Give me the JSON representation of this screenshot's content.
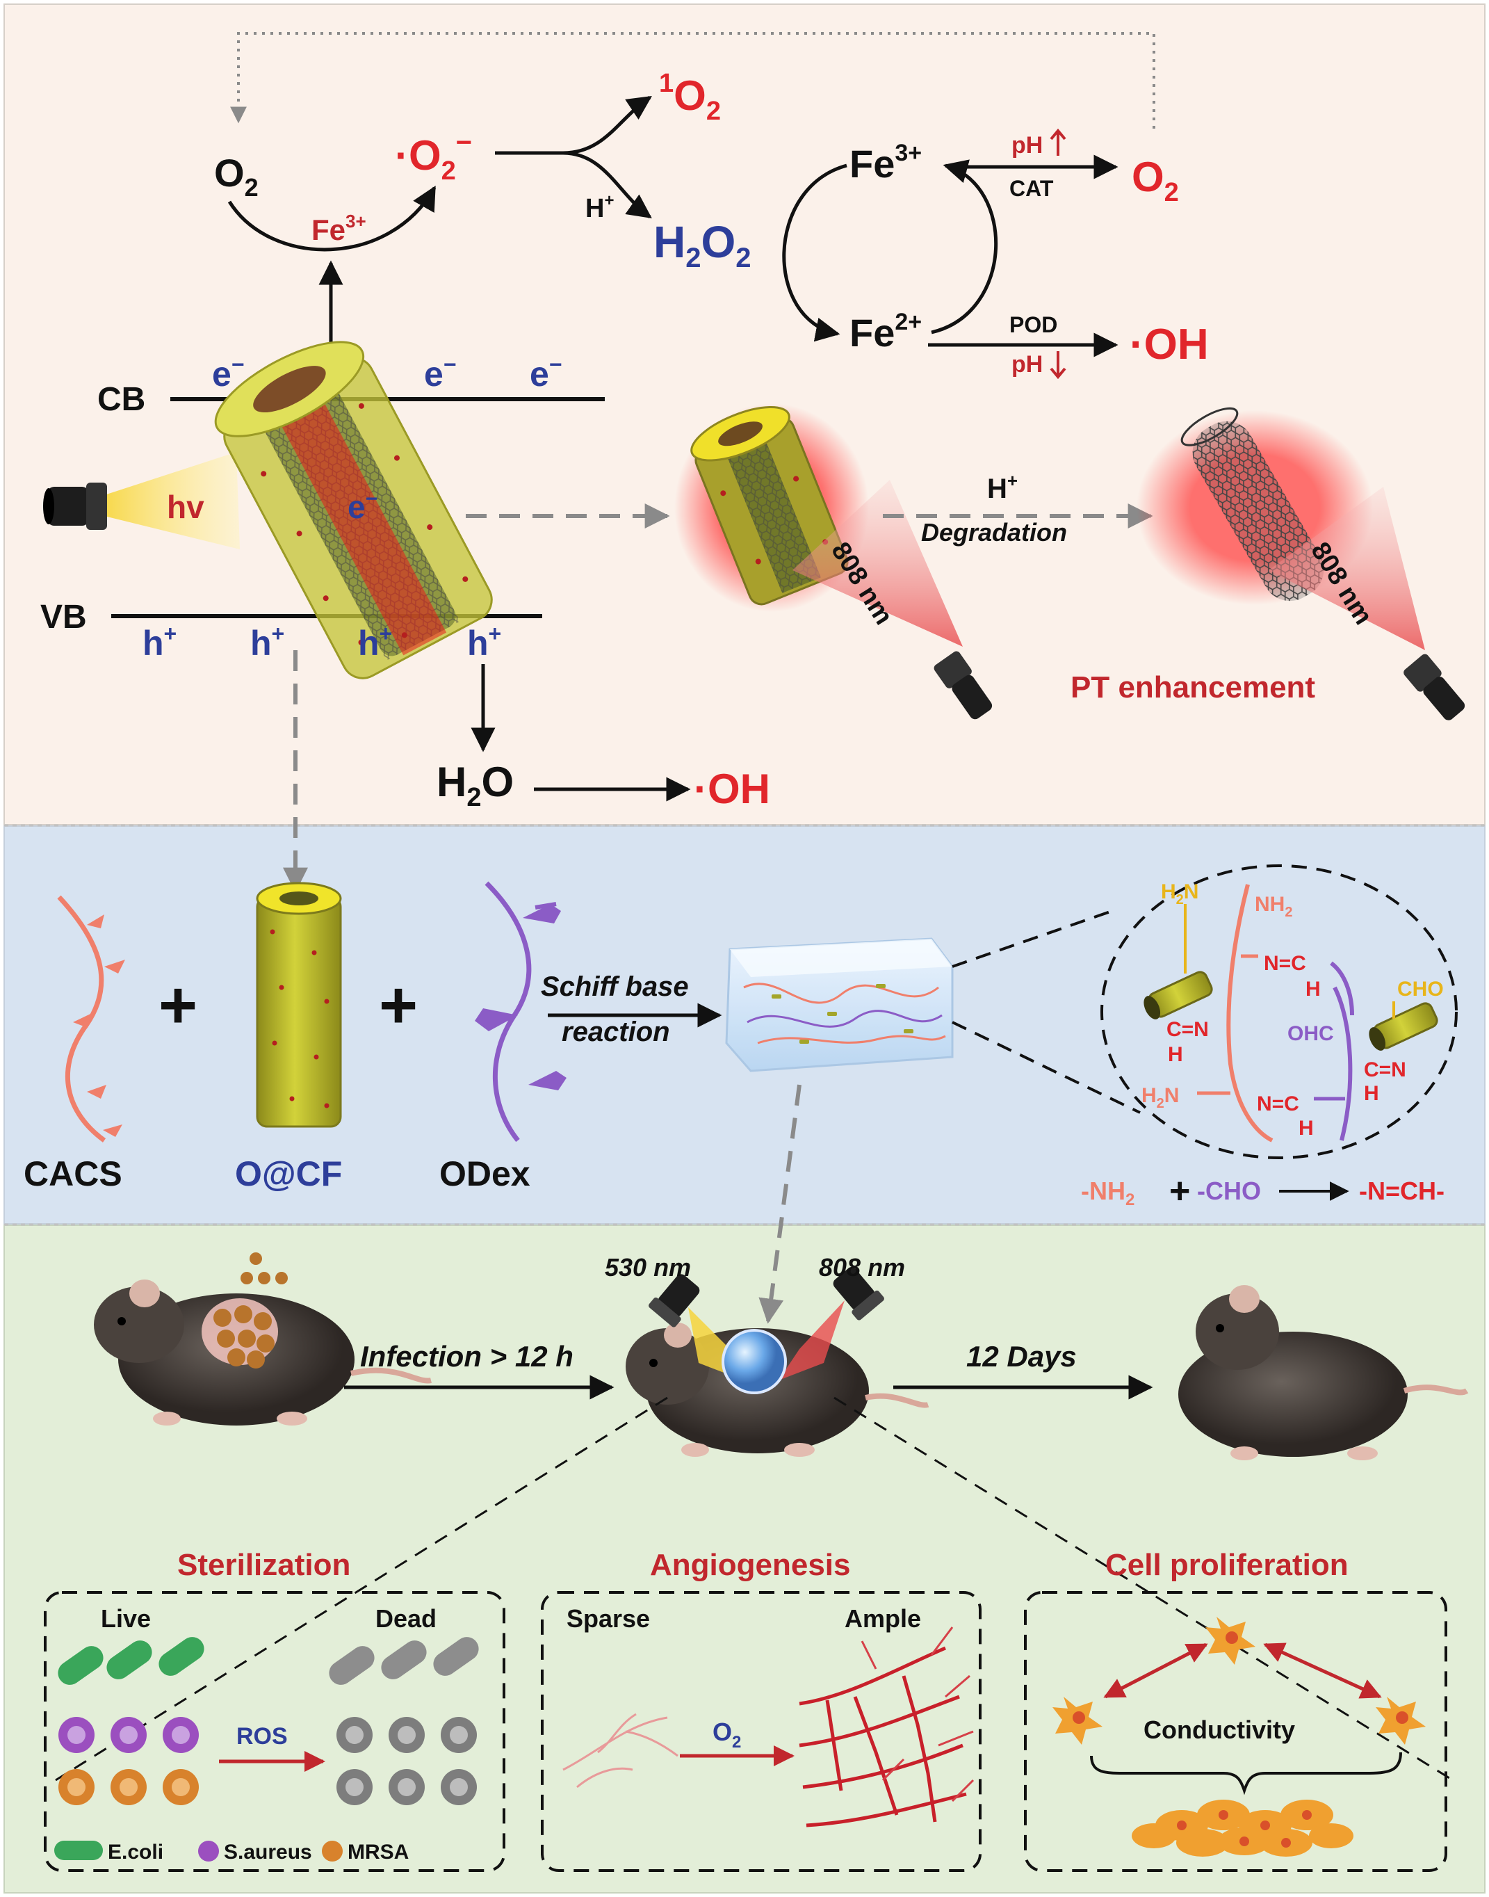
{
  "colors": {
    "panel_top": "#fbf1ea",
    "panel_mid": "#d7e3f1",
    "panel_bottom": "#e3eed8",
    "red": "#e1262b",
    "dark_red": "#c1272d",
    "blue": "#2d3e9a",
    "purple": "#8b5cc6",
    "salmon": "#f07f6b",
    "gold": "#e8b51b",
    "olive": "#b4b42a"
  },
  "top": {
    "o2_left": {
      "base": "O",
      "sub": "2"
    },
    "superoxide": {
      "dot": "·",
      "base": "O",
      "sub": "2",
      "sup": "−"
    },
    "fe3_catalyst": {
      "base": "Fe",
      "sup": "3+"
    },
    "singlet_o2": {
      "sup": "1",
      "base": "O",
      "sub": "2"
    },
    "h_plus": {
      "base": "H",
      "sup": "+"
    },
    "h2o2": {
      "b1": "H",
      "s1": "2",
      "b2": "O",
      "s2": "2"
    },
    "fe3": {
      "base": "Fe",
      "sup": "3+"
    },
    "fe2": {
      "base": "Fe",
      "sup": "2+"
    },
    "ph_up": "pH",
    "ph_down": "pH",
    "cat": "CAT",
    "pod": "POD",
    "o2_right": {
      "base": "O",
      "sub": "2"
    },
    "oh_right": "·OH",
    "cb": "CB",
    "vb": "VB",
    "electron": {
      "base": "e",
      "sup": "−"
    },
    "hole": {
      "base": "h",
      "sup": "+"
    },
    "hv": "hv",
    "degradation_h": {
      "base": "H",
      "sup": "+"
    },
    "degradation": "Degradation",
    "nm808": "808 nm",
    "pt_enhancement": "PT enhancement",
    "h2o": {
      "base": "H",
      "sub": "2",
      "tail": "O"
    },
    "oh_bottom": "·OH"
  },
  "middle": {
    "cacs": "CACS",
    "ocf": "O@CF",
    "odex": "ODex",
    "plus": "+",
    "schiff_line1": "Schiff base",
    "schiff_line2": "reaction",
    "h2n_gold": {
      "base": "H",
      "sub": "2",
      "tail": "N"
    },
    "nh2": {
      "base": "NH",
      "sub": "2"
    },
    "n_eq_c": "N=C",
    "h_letter": "H",
    "c_eq_n": "C=N",
    "cho": "CHO",
    "ohc": "OHC",
    "h2n_salmon": {
      "base": "H",
      "sub": "2",
      "tail": "N"
    },
    "eq_nh2": {
      "base": "-NH",
      "sub": "2"
    },
    "eq_plus": "+",
    "eq_cho": "-CHO",
    "eq_product": "-N=CH-"
  },
  "bottom": {
    "nm530": "530 nm",
    "nm808": "808 nm",
    "infection": "Infection > 12 h",
    "days": "12 Days",
    "sterilization": "Sterilization",
    "angiogenesis": "Angiogenesis",
    "cell_proliferation": "Cell proliferation",
    "live": "Live",
    "dead": "Dead",
    "ros": "ROS",
    "ecoli": "E.coli",
    "saureus": "S.aureus",
    "mrsa": "MRSA",
    "sparse": "Sparse",
    "ample": "Ample",
    "o2": {
      "base": "O",
      "sub": "2"
    },
    "conductivity": "Conductivity"
  }
}
